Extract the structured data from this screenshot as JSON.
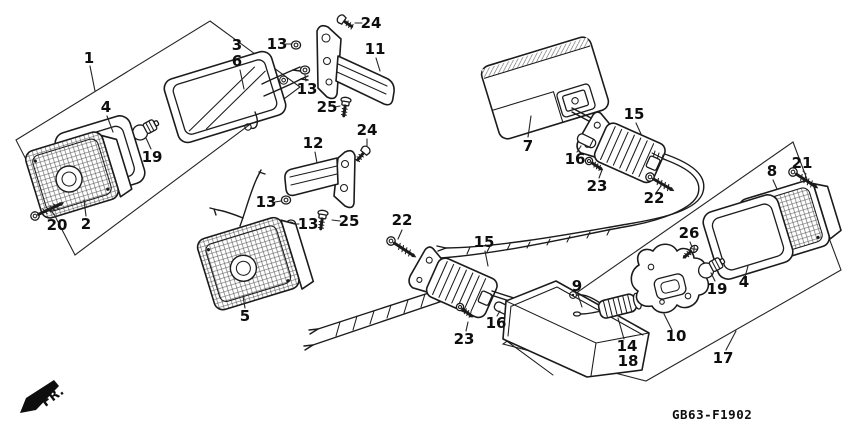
{
  "figure": {
    "part_code": "GB63-F1902",
    "front_marker": "FR."
  },
  "callouts": {
    "n1": "1",
    "n2": "2",
    "n3": "3",
    "n4": "4",
    "n5": "5",
    "n6": "6",
    "n7": "7",
    "n8": "8",
    "n9": "9",
    "n10": "10",
    "n11": "11",
    "n12": "12",
    "n13": "13",
    "n14": "14",
    "n15": "15",
    "n16": "16",
    "n17": "17",
    "n18": "18",
    "n19": "19",
    "n20": "20",
    "n21": "21",
    "n22": "22",
    "n23": "23",
    "n24": "24",
    "n25": "25",
    "n26": "26"
  }
}
